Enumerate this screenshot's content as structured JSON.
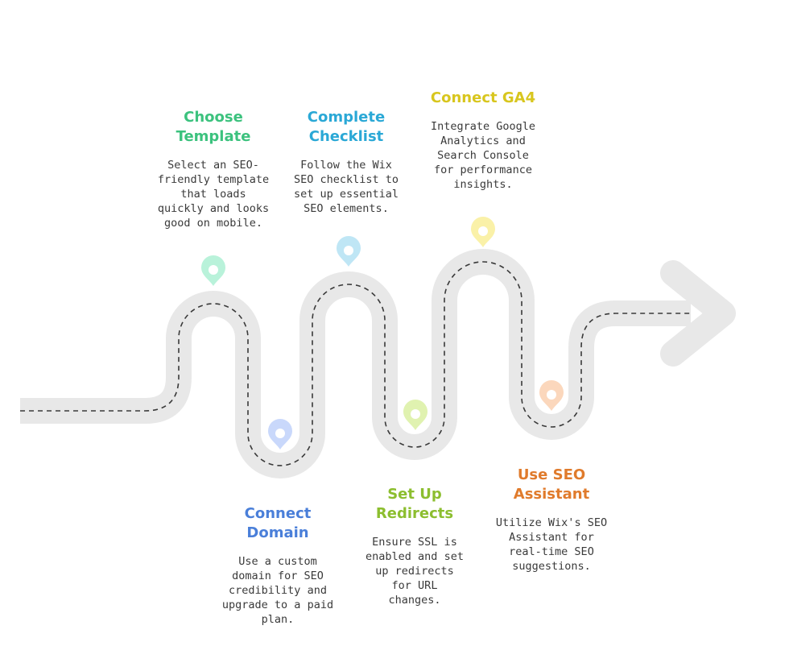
{
  "road": {
    "color": "#e8e8e8",
    "dash_color": "#3a3a3a"
  },
  "steps": [
    {
      "id": "choose-template",
      "title": "Choose Template",
      "description": "Select an SEO-friendly template that loads quickly and looks good on mobile.",
      "color": "#3cc27e",
      "pin_color": "#b9f2da",
      "pin_icon": "location-pin-icon"
    },
    {
      "id": "connect-domain",
      "title": "Connect Domain",
      "description": "Use a custom domain for SEO credibility and upgrade to a paid plan.",
      "color": "#4a7fd9",
      "pin_color": "#c9d8fb",
      "pin_icon": "location-pin-icon"
    },
    {
      "id": "complete-checklist",
      "title": "Complete Checklist",
      "description": "Follow the Wix SEO checklist to set up essential SEO elements.",
      "color": "#2aa8d6",
      "pin_color": "#bfe6f5",
      "pin_icon": "location-pin-icon"
    },
    {
      "id": "set-up-redirects",
      "title": "Set Up Redirects",
      "description": "Ensure SSL is enabled and set up redirects for URL changes.",
      "color": "#8cbe2f",
      "pin_color": "#e0f2b0",
      "pin_icon": "location-pin-icon"
    },
    {
      "id": "connect-ga4",
      "title": "Connect GA4",
      "description": "Integrate Google Analytics and Search Console for performance insights.",
      "color": "#d8c61e",
      "pin_color": "#faf1a8",
      "pin_icon": "location-pin-icon"
    },
    {
      "id": "use-seo-assistant",
      "title": "Use SEO Assistant",
      "description": "Utilize Wix's SEO Assistant for real-time SEO suggestions.",
      "color": "#e07b2c",
      "pin_color": "#fbd7bc",
      "pin_icon": "location-pin-icon"
    }
  ]
}
